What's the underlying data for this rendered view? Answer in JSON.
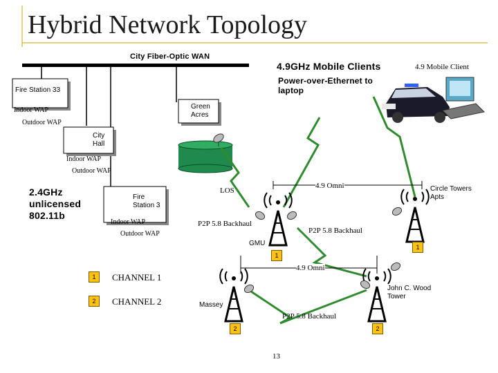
{
  "title": "Hybrid Network Topology",
  "wan_label": "City Fiber-Optic WAN",
  "mobile": {
    "clients_label": "4.9GHz Mobile Clients",
    "client_label": "4.9 Mobile Client",
    "poe_label": "Power-over-Ethernet to laptop"
  },
  "sites": {
    "fire_station_33": "Fire Station 33",
    "green_acres": "Green Acres",
    "city_hall": "City Hall",
    "fire_station_3": "Fire Station 3",
    "circle_towers": "Circle Towers Apts",
    "gmu": "GMU",
    "massey": "Massey",
    "john_c_wood": "John C. Wood Tower"
  },
  "wap": {
    "indoor": "Indoor WAP",
    "outdoor": "Outdoor WAP"
  },
  "links": {
    "los": "LOS",
    "omni_top": "4.9 Omni",
    "omni_mid": "4.9 Omni",
    "p2p_left": "P2P 5.8 Backhaul",
    "p2p_right": "P2P 5.8 Backhaul",
    "p2p_bottom": "P2P 5.8 Backhaul"
  },
  "legend": {
    "unlicensed": "2.4GHz unlicensed 802.11b",
    "items": [
      {
        "badge": "1",
        "label": "CHANNEL 1"
      },
      {
        "badge": "2",
        "label": "CHANNEL 2"
      }
    ]
  },
  "tower_badges": {
    "gmu": "1",
    "circle": "1",
    "massey": "2",
    "wood": "2"
  },
  "page_number": "13",
  "colors": {
    "accent": "#c8a400",
    "link_green": "#2e8b2e",
    "badge": "#ffc20e",
    "tank": "#1f8a4c"
  }
}
